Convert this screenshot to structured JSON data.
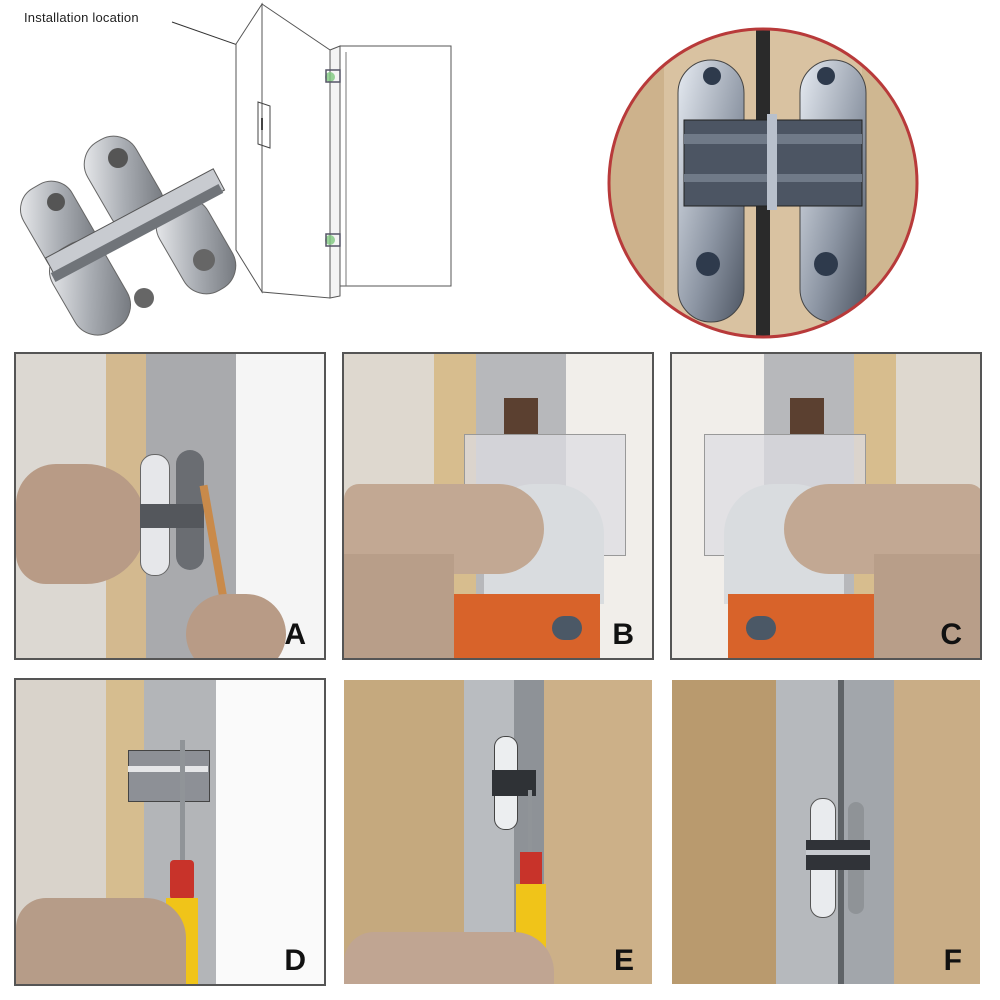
{
  "diagram": {
    "callout_label": "Installation location",
    "hinge_count_on_door": 2
  },
  "closeup": {
    "description": "Concealed hinge mounted between two door edges",
    "ring_color": "#b83a3a"
  },
  "steps": [
    {
      "letter": "A",
      "description": "Mark hinge outline on door edge with pencil"
    },
    {
      "letter": "B",
      "description": "Route mortise with trimmer router (left side)"
    },
    {
      "letter": "C",
      "description": "Route mortise with trimmer router (right side)"
    },
    {
      "letter": "D",
      "description": "Screw hinge into door edge"
    },
    {
      "letter": "E",
      "description": "Screw hinge into frame"
    },
    {
      "letter": "F",
      "description": "Installed concealed hinge"
    }
  ],
  "colors": {
    "panel_border": "#555555",
    "wood": "#c9a97a",
    "metal": "#b8bcc2",
    "router_orange": "#d8632a",
    "screwdriver_yellow": "#f0c419",
    "screwdriver_red": "#c8332a"
  }
}
